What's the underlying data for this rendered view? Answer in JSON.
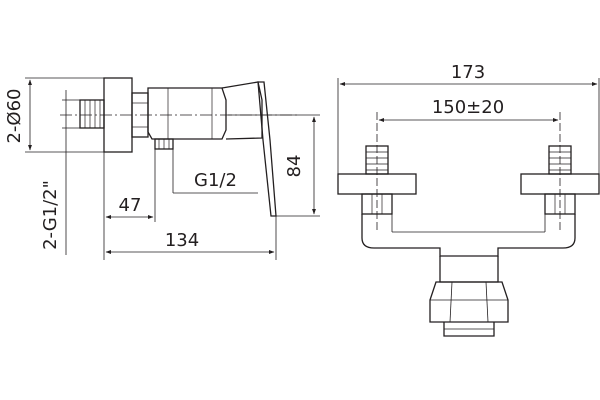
{
  "dimensions": {
    "diameter": "2-Ø60",
    "inlet_thread": "2-G1/2\"",
    "outlet_thread": "G1/2",
    "height": "84",
    "depth_outlet": "47",
    "depth_total": "134",
    "width_total": "173",
    "inlet_spacing": "150±20"
  },
  "colors": {
    "line": "#231f20",
    "background": "#ffffff"
  }
}
